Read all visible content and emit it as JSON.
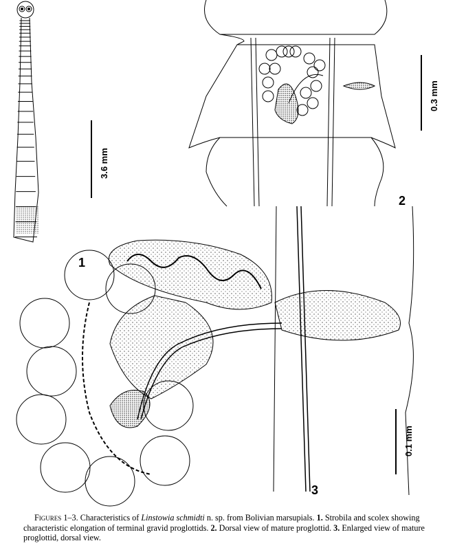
{
  "figures": [
    {
      "number": "1",
      "scale_bar_label": "3.6 mm"
    },
    {
      "number": "2",
      "scale_bar_label": "0.3 mm"
    },
    {
      "number": "3",
      "scale_bar_label": "0.1 mm"
    }
  ],
  "caption": {
    "lead": "Figures 1–3.",
    "text_1": " Characteristics of ",
    "species": "Linstowia schmidti",
    "text_2": " n. sp. from Bolivian marsupials. ",
    "n1": "1.",
    "d1": " Strobila and scolex showing characteristic elongation of terminal gravid proglottids. ",
    "n2": "2.",
    "d2": " Dorsal view of mature proglottid. ",
    "n3": "3.",
    "d3": " Enlarged view of mature proglottid, dorsal view."
  }
}
